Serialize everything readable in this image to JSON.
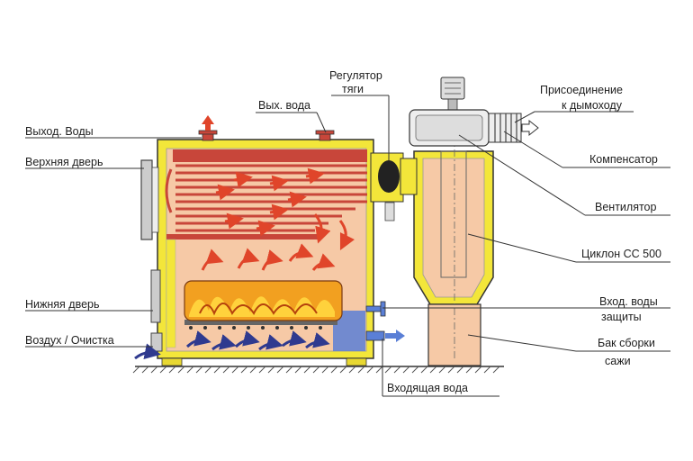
{
  "labels": {
    "hot_water_out": "Выход. Воды",
    "top_door": "Верхняя дверь",
    "bottom_door": "Нижняя дверь",
    "air_cleaning": "Воздух / Очистка",
    "outlet_water": "Вых. вода",
    "draft_regulator_1": "Регулятор",
    "draft_regulator_2": "тяги",
    "chimney_connection_1": "Присоединение",
    "chimney_connection_2": "к дымоходу",
    "compensator": "Компенсатор",
    "fan": "Вентилятор",
    "cyclone": "Циклон СС 500",
    "protection_water_in_1": "Вход. воды",
    "protection_water_in_2": "защиты",
    "soot_tank_1": "Бак сборки",
    "soot_tank_2": "сажи",
    "incoming_water": "Входящая вода"
  },
  "colors": {
    "boiler_shell": "#f3e63a",
    "chamber_fill": "#f6c9a6",
    "heat_exchanger": "#c8463a",
    "flame": "#f2a020",
    "air_arrows": "#2f3a8f",
    "flow_arrows": "#e0452a",
    "outline": "#333333"
  }
}
